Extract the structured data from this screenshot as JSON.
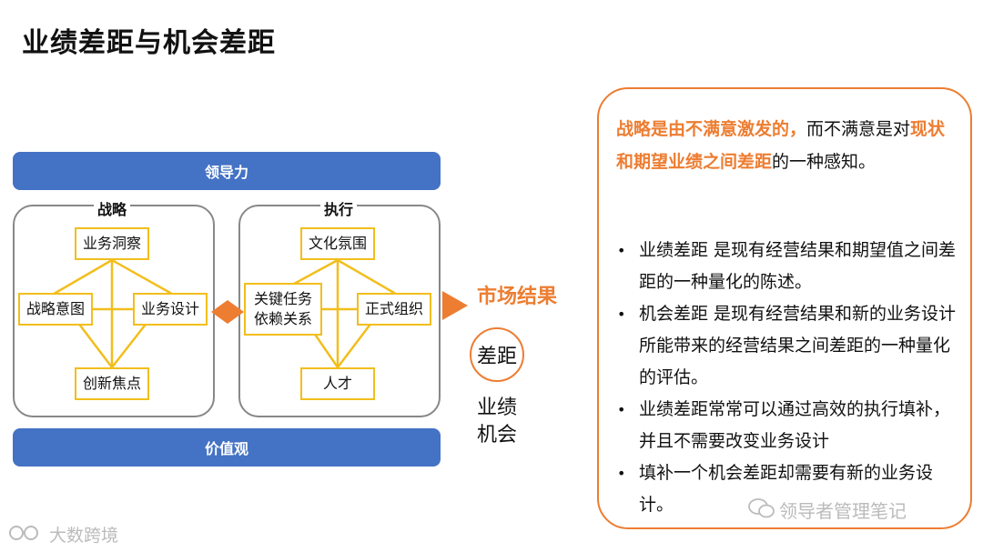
{
  "title": "业绩差距与机会差距",
  "leadership": "领导力",
  "values": "价值观",
  "strategy": {
    "label": "战略",
    "top": "业务洞察",
    "left": "战略意图",
    "right": "业务设计",
    "bottom": "创新焦点"
  },
  "execution": {
    "label": "执行",
    "top": "文化氛围",
    "left_line1": "关键任务",
    "left_line2": "依赖关系",
    "right": "正式组织",
    "bottom": "人才"
  },
  "market_result": "市场结果",
  "gap_circle": "差距",
  "gap_types": [
    "业绩",
    "机会"
  ],
  "right_box": {
    "intro_hl1": "战略是由不满意激发的，",
    "intro_t1": "而不满意是对",
    "intro_hl2": "现状和期望业绩之间差距",
    "intro_t2": "的一种感知。",
    "bullets": [
      "业绩差距 是现有经营结果和期望值之间差距的一种量化的陈述。",
      "机会差距 是现有经营结果和新的业务设计所能带来的经营结果之间差距的一种量化的评估。",
      "业绩差距常常可以通过高效的执行填补，并且不需要改变业务设计",
      "填补一个机会差距却需要有新的业务设计。"
    ]
  },
  "watermarks": {
    "right": "领导者管理笔记",
    "left": "大数跨境"
  },
  "colors": {
    "accent_blue": "#4472C4",
    "node_border": "#F2BE1C",
    "highlight": "#ED7D31"
  },
  "icons": [
    "wechat-icon",
    "logo-icon",
    "diamond-connector-icon",
    "triangle-arrow-icon"
  ]
}
